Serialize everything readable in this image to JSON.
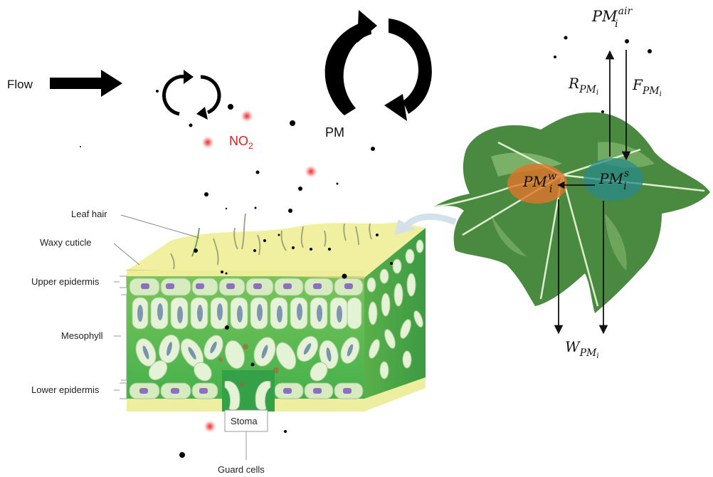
{
  "labels": {
    "flow": "Flow",
    "no2_main": "NO",
    "no2_sub": "2",
    "pm": "PM",
    "leaf_hair": "Leaf hair",
    "waxy_cuticle": "Waxy cuticle",
    "upper_epidermis": "Upper epidermis",
    "mesophyll": "Mesophyll",
    "lower_epidermis": "Lower epidermis",
    "stoma": "Stoma",
    "guard_cells": "Guard cells"
  },
  "equations": {
    "pm_air": {
      "base": "PM",
      "sub": "i",
      "sup": "air"
    },
    "r_pm": {
      "base": "R",
      "sub": "PM",
      "subsub": "i"
    },
    "f_pm": {
      "base": "F",
      "sub": "PM",
      "subsub": "i"
    },
    "pm_w": {
      "base": "PM",
      "sub": "i",
      "sup": "w"
    },
    "pm_s": {
      "base": "PM",
      "sub": "i",
      "sup": "s"
    },
    "w_pm": {
      "base": "W",
      "sub": "PM",
      "subsub": "i"
    }
  },
  "colors": {
    "no2": "#e02020",
    "leaf_dark": "#3f7a3a",
    "leaf_light": "#6fa862",
    "wet_zone": "#e0742a",
    "surface_zone": "#2a8a8a",
    "cuticle": "#f1f0a0",
    "mesophyll": "#6cbf4a",
    "cell": "#d9edc4",
    "nucleus": "#8d6fc0"
  },
  "icons": [
    "flow-arrow-icon",
    "small-cycle-icon",
    "large-cycle-icon",
    "no2-particle-icon",
    "pm-particle-icon"
  ]
}
